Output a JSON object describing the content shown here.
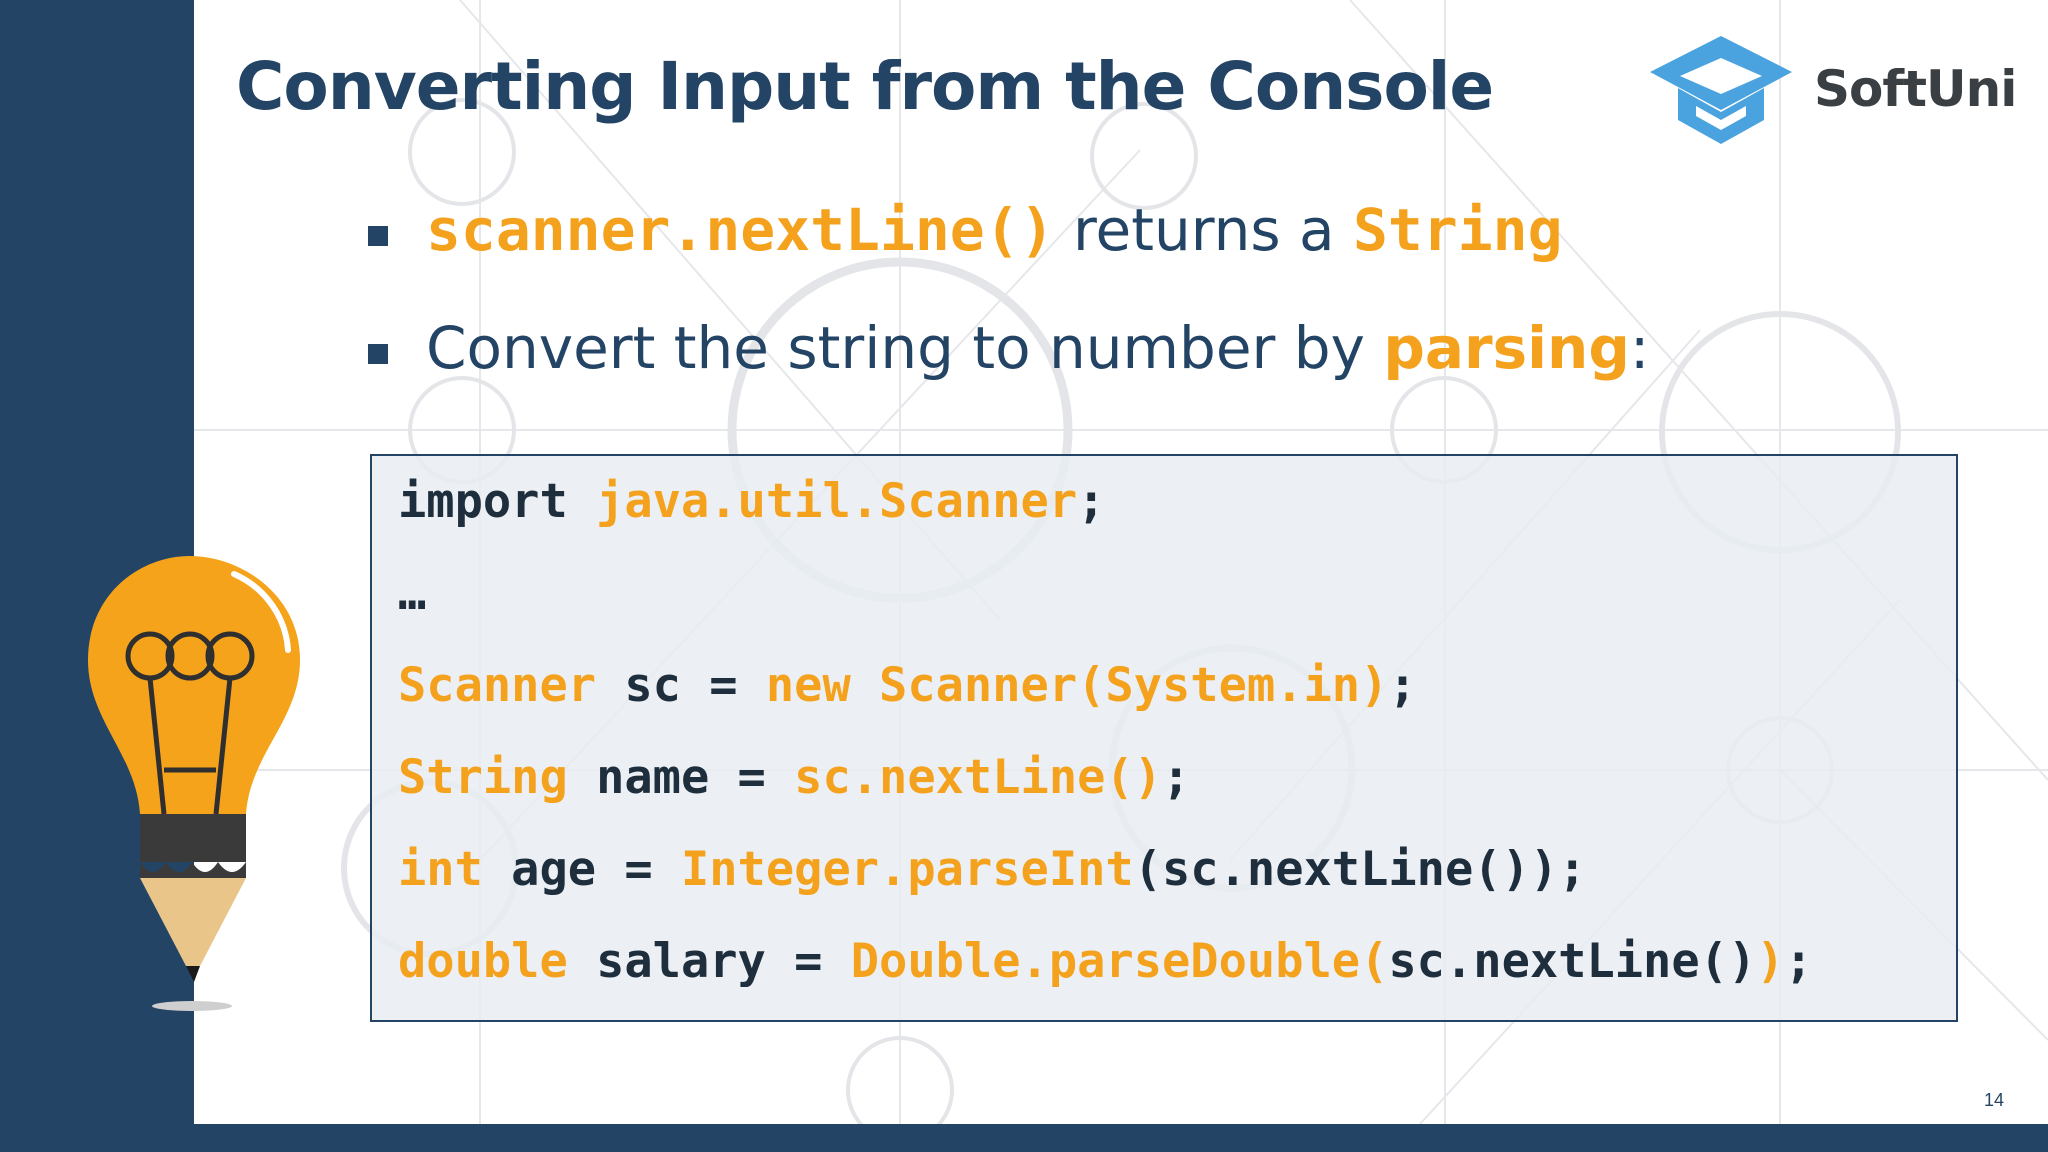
{
  "slide": {
    "title": "Converting Input from the Console",
    "page_number": "14",
    "logo": {
      "text": "SoftUni",
      "icon": "graduation-cap-icon",
      "color": "#4aa3df"
    }
  },
  "bullets": [
    {
      "code_part": "scanner.nextLine()",
      "mid_text": " returns a ",
      "code_type": "String"
    },
    {
      "text": "Convert the string to number by ",
      "highlight": "parsing",
      "tail": ":"
    }
  ],
  "code": {
    "line1": {
      "kw": "import",
      "pkg": "java.util.Scanner",
      "end": ";"
    },
    "line2": {
      "text": "…"
    },
    "line3": {
      "type": "Scanner",
      "var": " sc = ",
      "new": "new",
      "ctor": "Scanner(System.in)",
      "end": ";"
    },
    "line4": {
      "type": "String",
      "var": " name = ",
      "call": "sc.nextLine()",
      "end": ";"
    },
    "line5": {
      "type": "int",
      "var": " age = ",
      "call": "Integer.parseInt",
      "arg": "(sc.nextLine());"
    },
    "line6": {
      "type": "double",
      "var": " salary = ",
      "call": "Double.parseDouble(",
      "arg": "sc.nextLine()",
      "close": ")",
      "end": ";"
    }
  },
  "colors": {
    "navy": "#234465",
    "orange": "#f4a21d",
    "code_bg": "#e8edf2"
  }
}
